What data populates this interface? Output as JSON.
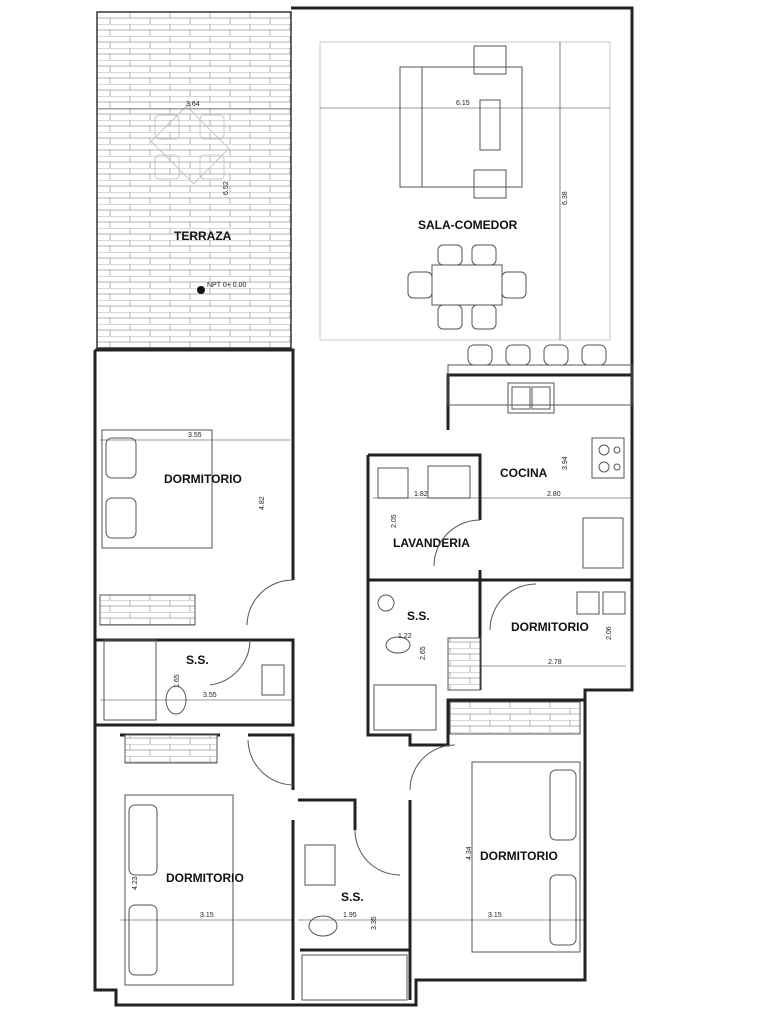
{
  "plan": {
    "terraza": {
      "label": "TERRAZA",
      "width": "3.64",
      "length": "6.52",
      "level": "NPT 0+ 0.00"
    },
    "sala_comedor": {
      "label": "SALA-COMEDOR",
      "width": "6.15",
      "length": "6.38"
    },
    "cocina": {
      "label": "COCINA",
      "width": "2.80",
      "length": "3.94"
    },
    "lavanderia": {
      "label": "LAVANDERIA",
      "width": "1.82",
      "length": "2.05"
    },
    "ss_service": {
      "label": "S.S.",
      "width": "1.22",
      "length": "2.65"
    },
    "dormitorio_service": {
      "label": "DORMITORIO",
      "width": "2.78",
      "length": "2.06"
    },
    "dormitorio_1": {
      "label": "DORMITORIO",
      "width": "3.55",
      "length": "4.82"
    },
    "ss_1": {
      "label": "S.S.",
      "width": "3.55",
      "length": "1.65"
    },
    "dormitorio_2": {
      "label": "DORMITORIO",
      "width": "3.15",
      "length": "4.23"
    },
    "ss_2": {
      "label": "S.S.",
      "width": "1.95",
      "length": "3.35"
    },
    "dormitorio_3": {
      "label": "DORMITORIO",
      "width": "3.15",
      "length": "4.34"
    }
  }
}
